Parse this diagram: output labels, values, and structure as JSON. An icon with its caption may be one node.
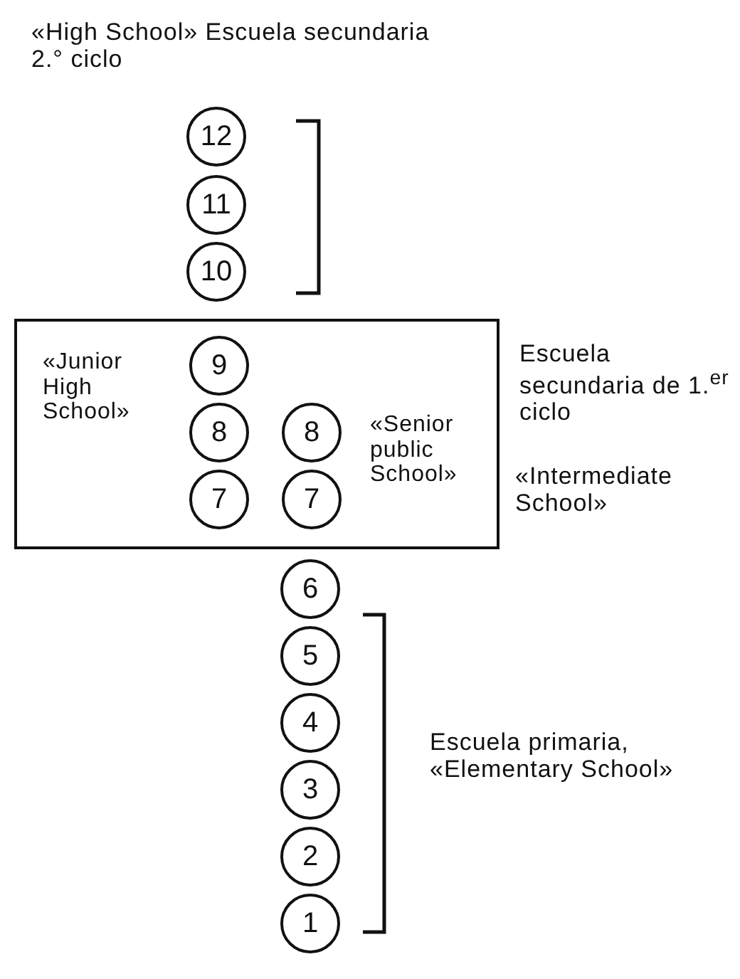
{
  "diagram": {
    "nodes": [
      {
        "text": [
          "12"
        ]
      },
      {
        "text": [
          "11"
        ]
      },
      {
        "text": [
          "10"
        ]
      },
      {
        "text": [
          "«Junior High School»",
          "«Senior public School»"
        ],
        "beside": [
          "Escuela secundaria de 1.$^{er}$ ciclo",
          "«Intermediate School»"
        ]
      },
      {
        "text": [
          "9"
        ],
        "in": 3
      },
      {
        "text": [
          "8"
        ],
        "in": 3
      },
      {
        "text": [
          "8"
        ],
        "in": 3
      },
      {
        "text": [
          "7"
        ],
        "in": 3
      },
      {
        "text": [
          "7"
        ],
        "in": 3
      },
      {
        "text": [
          "6"
        ]
      },
      {
        "text": [
          "5"
        ]
      },
      {
        "text": [
          "4"
        ]
      },
      {
        "text": [
          "3"
        ]
      },
      {
        "text": [
          "2"
        ]
      },
      {
        "text": [
          "1"
        ]
      }
    ],
    "edges": [],
    "labels": [
      "«High School» Escuela secundaria 2.° ciclo",
      "Escuela primaria, «Elementary School»"
    ]
  }
}
